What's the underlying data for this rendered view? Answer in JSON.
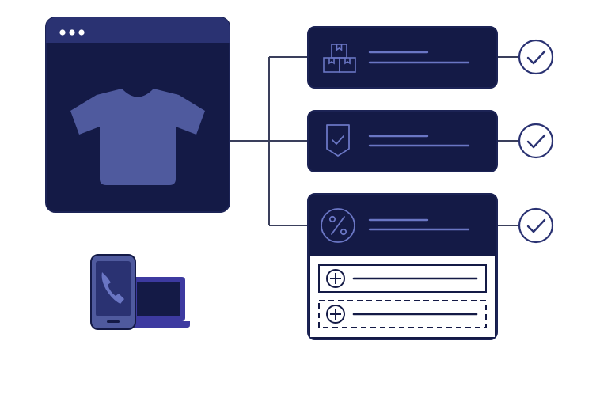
{
  "colors": {
    "background": "#ffffff",
    "panel_dark": "#141a46",
    "panel_border": "#1c2355",
    "panel_header": "#2a3272",
    "accent": "#4f5a9e",
    "icon_stroke": "#6a76c4",
    "connector": "#3a3f5c",
    "check_stroke": "#2a3272",
    "white": "#ffffff",
    "device_purple": "#3d3aa0"
  },
  "product_window": {
    "header_dots": 3,
    "main_icon": "tshirt-icon"
  },
  "feature_cards": [
    {
      "icon": "boxes-icon",
      "status_icon": "check-circle-icon"
    },
    {
      "icon": "shield-check-icon",
      "status_icon": "check-circle-icon"
    },
    {
      "icon": "percent-icon",
      "status_icon": "check-circle-icon",
      "options": [
        {
          "icon": "add-circle-icon",
          "style": "solid"
        },
        {
          "icon": "add-circle-icon",
          "style": "dashed"
        }
      ]
    }
  ],
  "devices": [
    "phone-icon",
    "laptop-icon"
  ]
}
